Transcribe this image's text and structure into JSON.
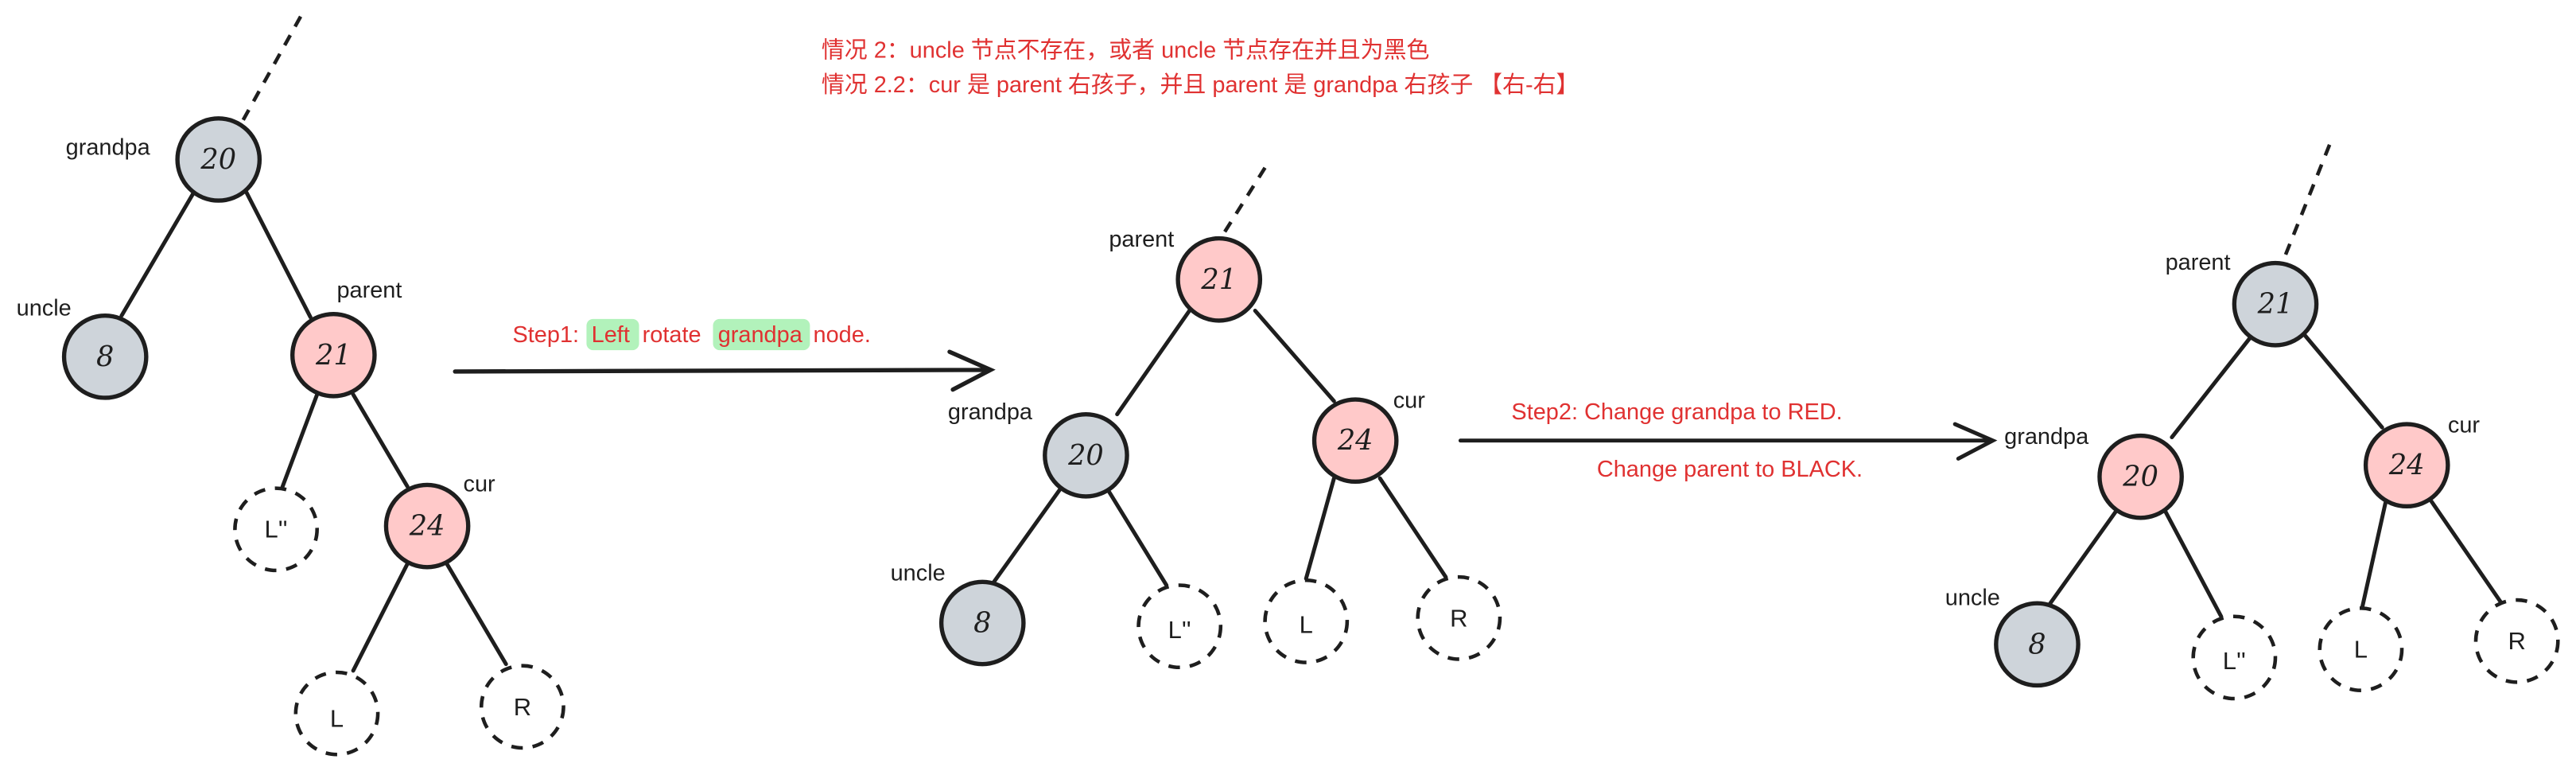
{
  "title": {
    "line1": "情况 2：uncle 节点不存在，或者 uncle 节点存在并且为黑色",
    "line2": "情况 2.2：cur 是 parent 右孩子，并且 parent 是 grandpa 右孩子 【右-右】"
  },
  "colors": {
    "black_node": "#ced4da",
    "red_node": "#ffc9c9",
    "annotation": "#e03131",
    "highlight": "#b2f2bb"
  },
  "step1": {
    "prefix": "Step1:",
    "word1": "Left",
    "mid": "rotate",
    "word2": "grandpa",
    "suffix": "node."
  },
  "step2": {
    "line1": "Step2: Change grandpa to RED.",
    "line2": "Change parent to BLACK."
  },
  "trees": [
    {
      "labels": {
        "grandpa": "grandpa",
        "uncle": "uncle",
        "parent": "parent",
        "cur": "cur"
      },
      "nodes": {
        "grandpa": "20",
        "uncle": "8",
        "parent": "21",
        "cur": "24",
        "lpp": "L''",
        "l": "L",
        "r": "R"
      }
    },
    {
      "labels": {
        "grandpa": "grandpa",
        "uncle": "uncle",
        "parent": "parent",
        "cur": "cur"
      },
      "nodes": {
        "grandpa": "20",
        "uncle": "8",
        "parent": "21",
        "cur": "24",
        "lpp": "L''",
        "l": "L",
        "r": "R"
      }
    },
    {
      "labels": {
        "grandpa": "grandpa",
        "uncle": "uncle",
        "parent": "parent",
        "cur": "cur"
      },
      "nodes": {
        "grandpa": "20",
        "uncle": "8",
        "parent": "21",
        "cur": "24",
        "lpp": "L''",
        "l": "L",
        "r": "R"
      }
    }
  ]
}
